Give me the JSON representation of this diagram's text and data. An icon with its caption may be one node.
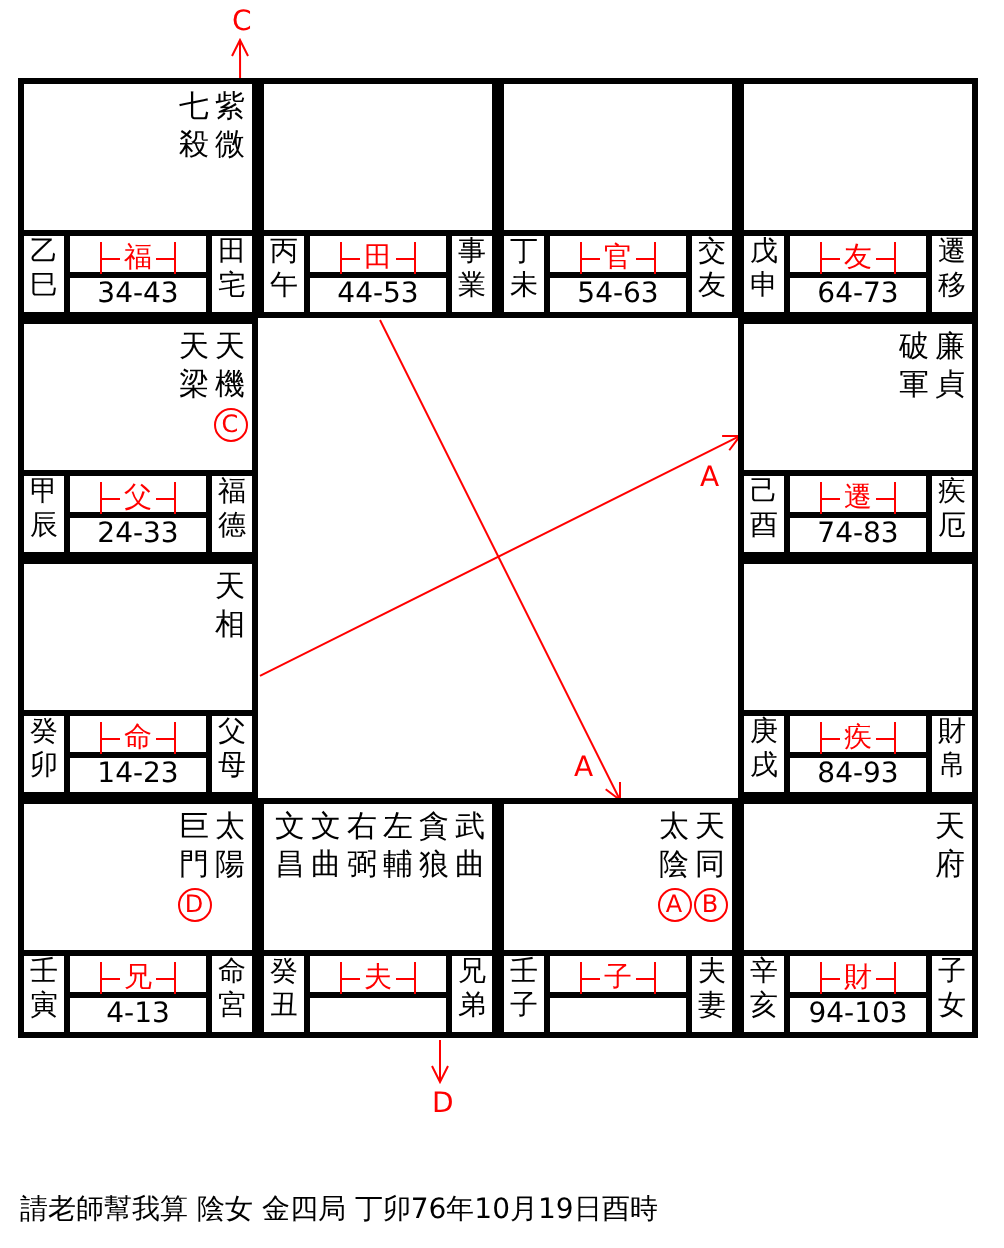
{
  "diagram": {
    "caption": "請老師幫我算 陰女 金四局 丁卯76年10月19日酉時",
    "nodes": [
      {
        "text": [
          "紫微",
          "七殺",
          "乙巳",
          "福",
          "34-43",
          "田宅"
        ]
      },
      {
        "text": [
          "丙午",
          "田",
          "44-53",
          "事業"
        ]
      },
      {
        "text": [
          "丁未",
          "官",
          "54-63",
          "交友"
        ]
      },
      {
        "text": [
          "戊申",
          "友",
          "64-73",
          "遷移"
        ]
      },
      {
        "text": [
          "天機",
          "天梁",
          "C",
          "甲辰",
          "父",
          "24-33",
          "福德"
        ]
      },
      {
        "text": [
          "廉貞",
          "破軍",
          "己酉",
          "遷",
          "74-83",
          "疾厄"
        ]
      },
      {
        "text": [
          "天相",
          "癸卯",
          "命",
          "14-23",
          "父母"
        ]
      },
      {
        "text": [
          "庚戌",
          "疾",
          "84-93",
          "財帛"
        ]
      },
      {
        "text": [
          "太陽",
          "巨門",
          "D",
          "壬寅",
          "兄",
          "4-13",
          "命宮"
        ]
      },
      {
        "text": [
          "武曲",
          "貪狼",
          "左輔",
          "右弼",
          "文曲",
          "文昌",
          "癸丑",
          "夫",
          "兄弟"
        ]
      },
      {
        "text": [
          "天同",
          "太陰",
          "A",
          "B",
          "壬子",
          "子",
          "夫妻"
        ]
      },
      {
        "text": [
          "天府",
          "辛亥",
          "財",
          "94-103",
          "子女"
        ]
      }
    ],
    "edges": [
      {
        "from": 0,
        "to": null,
        "arrow": "to",
        "label": "C"
      },
      {
        "from": 6,
        "to": 5,
        "arrow": "to",
        "label": "A"
      },
      {
        "from": 1,
        "to": 10,
        "arrow": "to",
        "label": "A"
      },
      {
        "from": 9,
        "to": null,
        "arrow": "to",
        "label": "D"
      }
    ]
  }
}
